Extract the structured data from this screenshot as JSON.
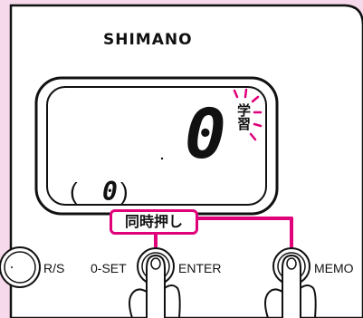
{
  "brand": "SHIMANO",
  "display": {
    "main_value": "0",
    "sub_value": "0",
    "paren_open": "(",
    "paren_close": ")",
    "learn_indicator": "学習"
  },
  "callout": {
    "text": "同時押し"
  },
  "buttons": {
    "rs_label": "R/S",
    "zero_set_label": "0-SET",
    "enter_label": "ENTER",
    "memo_label": "MEMO"
  },
  "colors": {
    "background": "#f6d9ea",
    "device_body": "#ffffff",
    "accent": "#e0007a",
    "ink": "#111111"
  }
}
